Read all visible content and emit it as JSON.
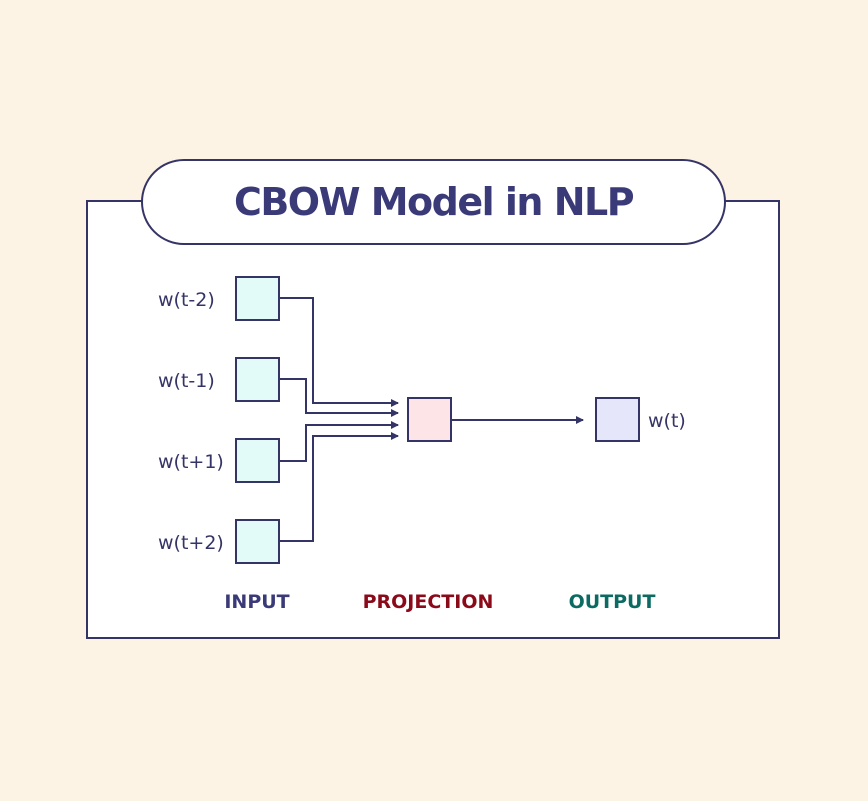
{
  "title": "CBOW Model in NLP",
  "colors": {
    "background": "#fdf3e4",
    "stroke": "#353466",
    "input_fill": "#e3fbf8",
    "projection_fill": "#fde4e6",
    "output_fill": "#e6e6fb",
    "input_label": "#3b3a78",
    "projection_label": "#8b0a1a",
    "output_label": "#0b6b62"
  },
  "inputs": [
    {
      "label": "w(t-2)"
    },
    {
      "label": "w(t-1)"
    },
    {
      "label": "w(t+1)"
    },
    {
      "label": "w(t+2)"
    }
  ],
  "output": {
    "label": "w(t)"
  },
  "layers": {
    "input": "INPUT",
    "projection": "PROJECTION",
    "output": "OUTPUT"
  }
}
